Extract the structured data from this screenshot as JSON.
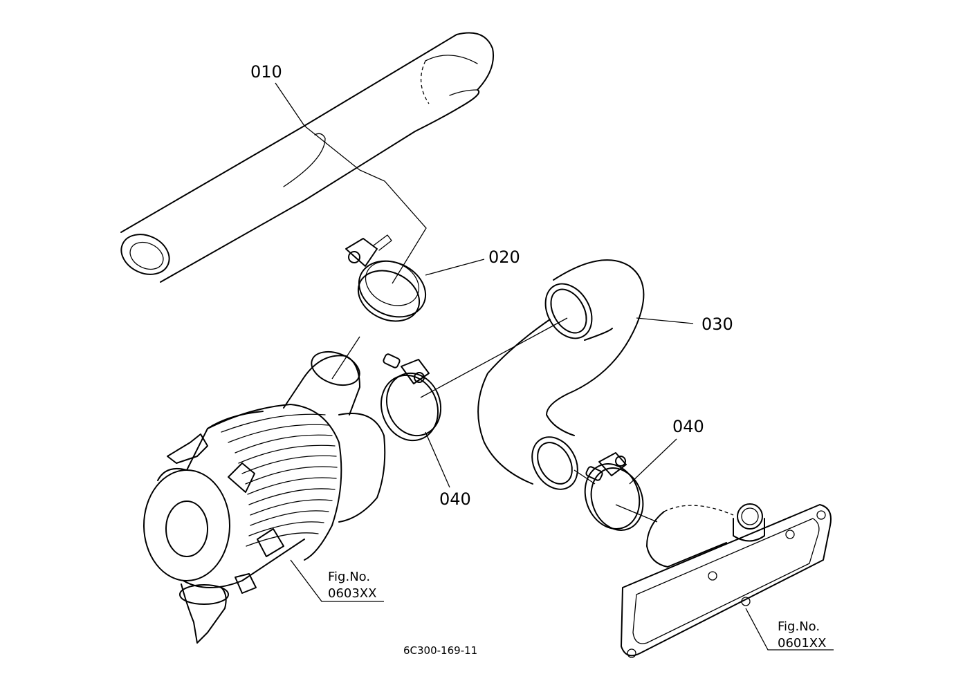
{
  "parts": [
    {
      "id": "010",
      "label": "010"
    },
    {
      "id": "020",
      "label": "020"
    },
    {
      "id": "030",
      "label": "030"
    },
    {
      "id": "040a",
      "label": "040"
    },
    {
      "id": "040b",
      "label": "040"
    }
  ],
  "references": [
    {
      "line1": "Fig.No.",
      "line2": "0603XX"
    },
    {
      "line1": "Fig.No.",
      "line2": "0601XX"
    }
  ],
  "drawing_code": "6C300-169-11"
}
